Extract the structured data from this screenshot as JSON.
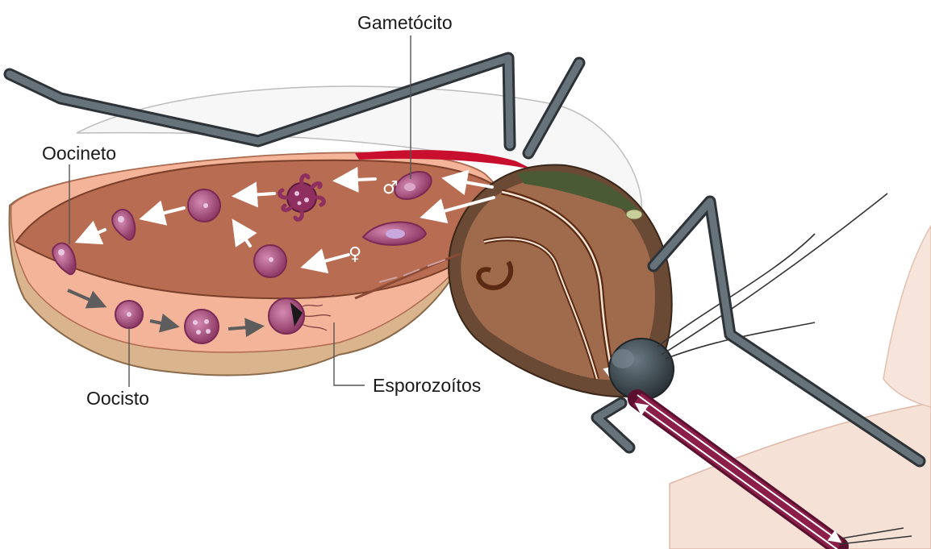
{
  "labels": {
    "gametocyte": "Gametócito",
    "ookinete": "Oocineto",
    "oocyst": "Oocisto",
    "sporozoites": "Esporozoítos"
  },
  "symbols": {
    "male": "♂",
    "female": "♀"
  },
  "colors": {
    "abdomen": "#b86d52",
    "abdomen_light": "#f3b49a",
    "thorax": "#8b5636",
    "cell": "#a54878",
    "leg": "#2e3338",
    "proboscis": "#7a1840",
    "skin": "#f5ddd2",
    "blood_band": "#c8102e"
  }
}
